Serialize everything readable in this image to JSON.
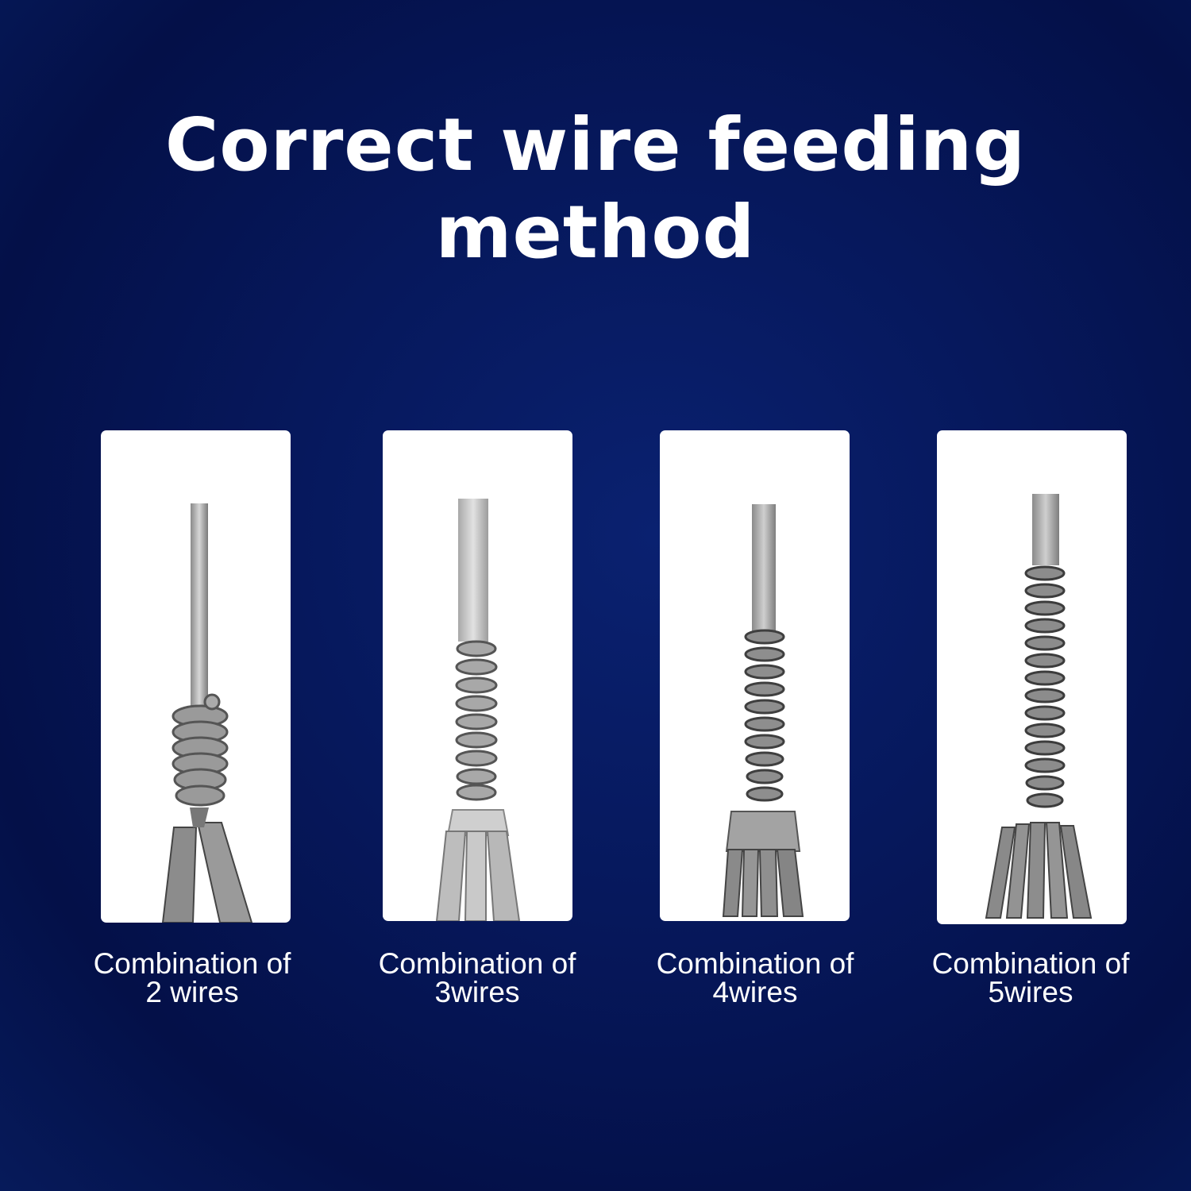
{
  "title": "Correct wire feeding method",
  "panels": [
    {
      "caption_line1": "Combination of",
      "caption_line2": "2 wires"
    },
    {
      "caption_line1": "Combination of",
      "caption_line2": "3wires"
    },
    {
      "caption_line1": "Combination of",
      "caption_line2": "4wires"
    },
    {
      "caption_line1": "Combination of",
      "caption_line2": "5wires"
    }
  ],
  "colors": {
    "background": "#061a5a",
    "panel": "#ffffff",
    "text": "#ffffff"
  }
}
